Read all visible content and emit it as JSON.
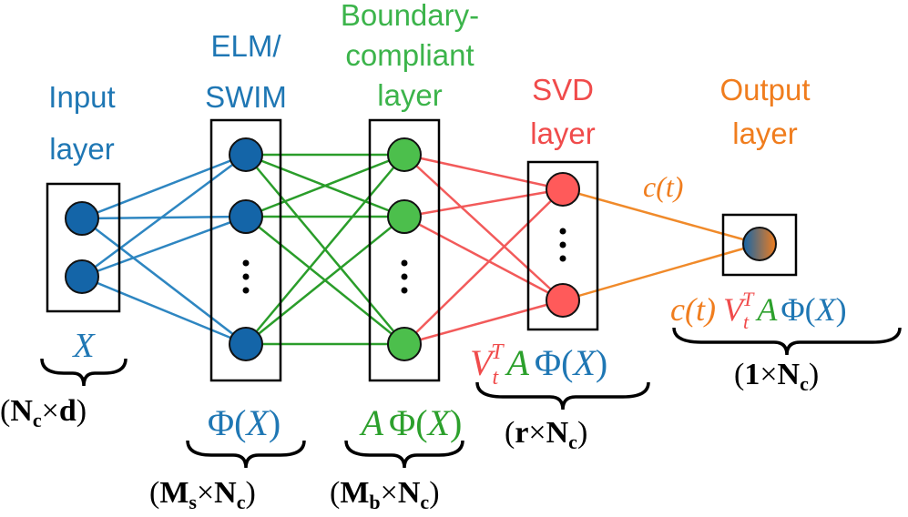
{
  "colors": {
    "input": "#1f77b4",
    "elm": "#1f77b4",
    "boundary": "#2ca02c",
    "svd": "#f04b4b",
    "output": "#f07d1e",
    "node_input": "#1465a8",
    "node_elm": "#1465a8",
    "node_boundary": "#4cbf4c",
    "node_svd": "#ff5a5a",
    "edge_input_elm": "#2e86c1",
    "edge_elm_boundary": "#2a9d2a",
    "edge_boundary_svd": "#f25a5a",
    "edge_svd_output": "#f08a2a"
  },
  "layers": {
    "input": {
      "title_line1": "Input",
      "title_line2": "layer"
    },
    "elm": {
      "title_line1": "ELM/",
      "title_line2": "SWIM"
    },
    "boundary": {
      "title_line1": "Boundary-",
      "title_line2": "compliant",
      "title_line3": "layer"
    },
    "svd": {
      "title_line1": "SVD",
      "title_line2": "layer"
    },
    "output": {
      "title_line1": "Output",
      "title_line2": "layer"
    }
  },
  "math": {
    "input_var": "X",
    "input_dim_open": "(",
    "input_dim_N": "N",
    "input_dim_sub": "c",
    "input_dim_times": "×",
    "input_dim_d": "d",
    "input_dim_close": ")",
    "elm_phi": "Φ(",
    "elm_x": "X",
    "elm_close": ")",
    "elm_dim_M": "M",
    "elm_dim_Msub": "s",
    "elm_dim_times": "×",
    "elm_dim_N": "N",
    "elm_dim_Nsub": "c",
    "boundary_A": "A",
    "boundary_phi": "Φ(",
    "boundary_x": "X",
    "boundary_close": ")",
    "boundary_dim_M": "M",
    "boundary_dim_Msub": "b",
    "boundary_dim_times": "×",
    "boundary_dim_N": "N",
    "boundary_dim_Nsub": "c",
    "svd_V": "V",
    "svd_Vsub": "t",
    "svd_Vsup": "T",
    "svd_A": "A",
    "svd_phi": "Φ(",
    "svd_x": "X",
    "svd_close": ")",
    "svd_dim_r": "r",
    "svd_dim_times": "×",
    "svd_dim_N": "N",
    "svd_dim_Nsub": "c",
    "ct_label": "c(t)",
    "out_ct": "c(t)",
    "out_V": "V",
    "out_Vsub": "t",
    "out_Vsup": "T",
    "out_A": "A",
    "out_phi": "Φ(",
    "out_x": "X",
    "out_close": ")",
    "out_dim_1": "1",
    "out_dim_times": "×",
    "out_dim_N": "N",
    "out_dim_Nsub": "c"
  }
}
